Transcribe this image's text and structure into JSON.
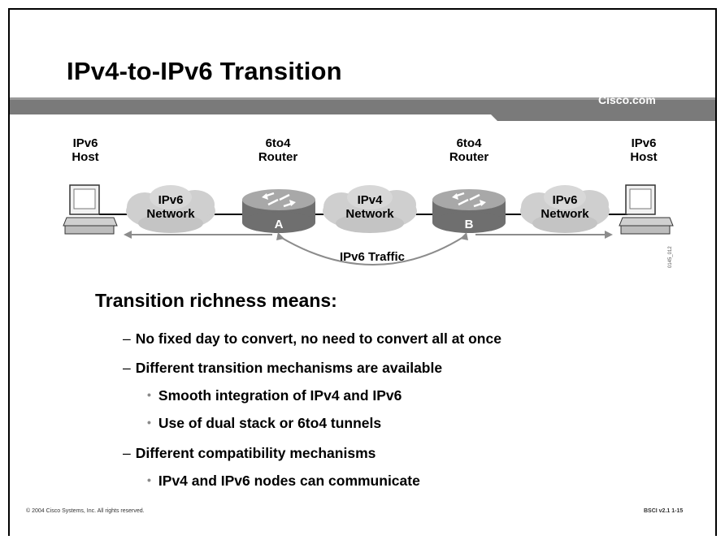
{
  "slide": {
    "title": "IPv4-to-IPv6 Transition",
    "brand": "Cisco.com",
    "footer_copyright": "© 2004 Cisco Systems, Inc. All rights reserved.",
    "footer_course": "BSCI v2.1   1-15"
  },
  "diagram": {
    "host_left_label": "IPv6\nHost",
    "router_a_label": "6to4\nRouter",
    "router_b_label": "6to4\nRouter",
    "host_right_label": "IPv6\nHost",
    "cloud_left": "IPv6\nNetwork",
    "cloud_middle": "IPv4\nNetwork",
    "cloud_right": "IPv6\nNetwork",
    "router_a_letter": "A",
    "router_b_letter": "B",
    "traffic_label": "IPv6 Traffic",
    "figure_code": "0145_012"
  },
  "content": {
    "heading": "Transition richness means:",
    "bullets": [
      "No fixed day to convert, no need to convert all at once",
      "Different transition mechanisms are available",
      "Smooth integration of IPv4 and IPv6",
      "Use of dual stack or 6to4 tunnels",
      "Different compatibility mechanisms",
      "IPv4 and IPv6 nodes can communicate"
    ],
    "dash": "–",
    "dot": "•"
  },
  "colors": {
    "banner": "#7a7a7a",
    "cloud": "#cfcfcf",
    "router": "#8c8c8c"
  }
}
